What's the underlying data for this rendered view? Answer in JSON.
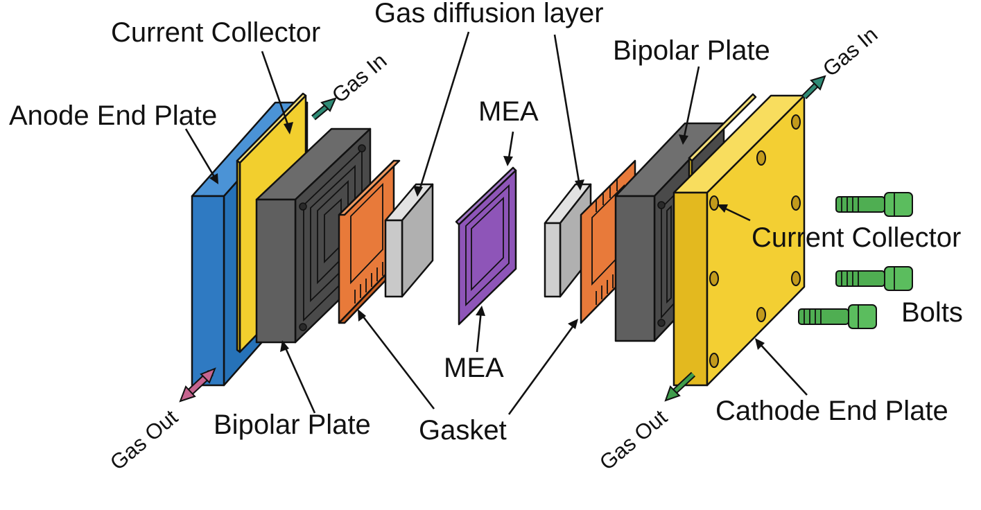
{
  "labels": {
    "current_collector_left": "Current Collector",
    "gas_diffusion_layer": "Gas diffusion layer",
    "anode_end_plate": "Anode End Plate",
    "gas_in_left": "Gas In",
    "mea_top": "MEA",
    "bipolar_plate_top": "Bipolar Plate",
    "gas_in_right": "Gas In",
    "current_collector_right": "Current Collector",
    "bolts": "Bolts",
    "mea_bottom": "MEA",
    "gas_out_left": "Gas Out",
    "bipolar_plate_bottom": "Bipolar Plate",
    "gasket": "Gasket",
    "gas_out_right": "Gas Out",
    "cathode_end_plate": "Cathode End Plate"
  },
  "colors": {
    "anode_blue": "#2f7ac2",
    "collector_yellow": "#f2cf2e",
    "bipolar_gray": "#5f5f5f",
    "gasket_orange": "#e87a3a",
    "gdl_gray": "#c9c9c9",
    "mea_purple": "#7d3fa6",
    "cathode_yellow": "#f3cf33",
    "bolt_green": "#4fae52",
    "arrow_teal": "#2f8b76",
    "arrow_pink": "#c6648f",
    "arrow_green": "#3f9d4c"
  },
  "icons": [
    "gas-in-arrow-icon",
    "gas-out-arrow-icon",
    "bolt-icon"
  ]
}
